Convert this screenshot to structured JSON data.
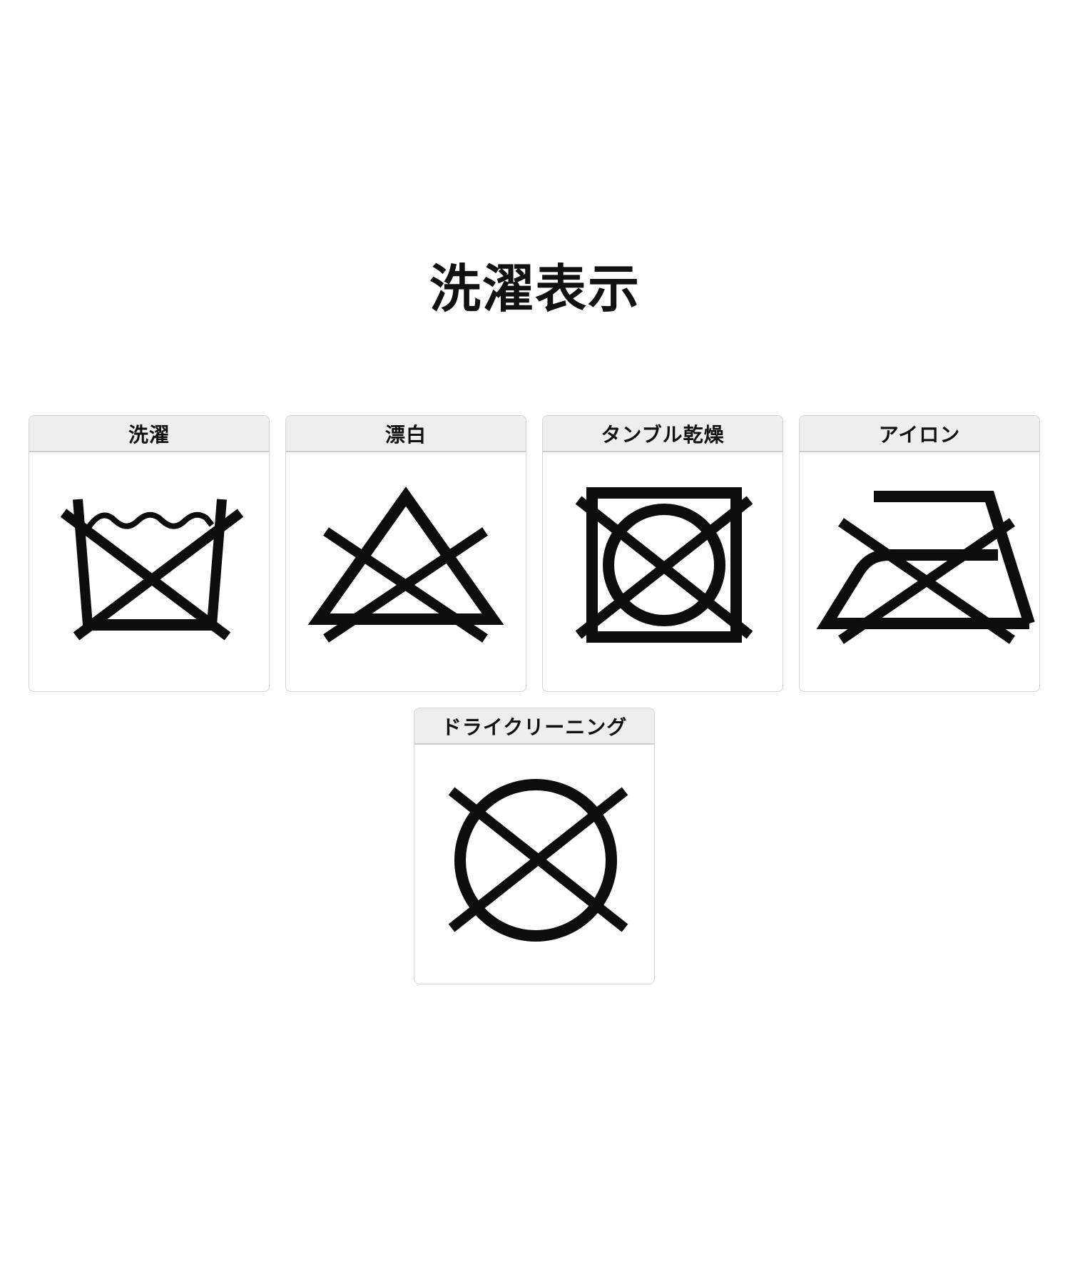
{
  "page": {
    "title": "洗濯表示"
  },
  "cards": [
    {
      "label": "洗濯",
      "icon": "no-wash-icon",
      "meaning": "washing-prohibited"
    },
    {
      "label": "漂白",
      "icon": "no-bleach-icon",
      "meaning": "bleach-prohibited"
    },
    {
      "label": "タンブル乾燥",
      "icon": "no-tumble-dry-icon",
      "meaning": "tumble-dry-prohibited"
    },
    {
      "label": "アイロン",
      "icon": "no-iron-icon",
      "meaning": "ironing-prohibited"
    },
    {
      "label": "ドライクリーニング",
      "icon": "no-dry-clean-icon",
      "meaning": "dry-cleaning-prohibited"
    }
  ],
  "colors": {
    "symbol": "#0d0d0d",
    "header_bg": "#eeeeee",
    "card_border": "#d4d4d4",
    "background": "#ffffff"
  }
}
